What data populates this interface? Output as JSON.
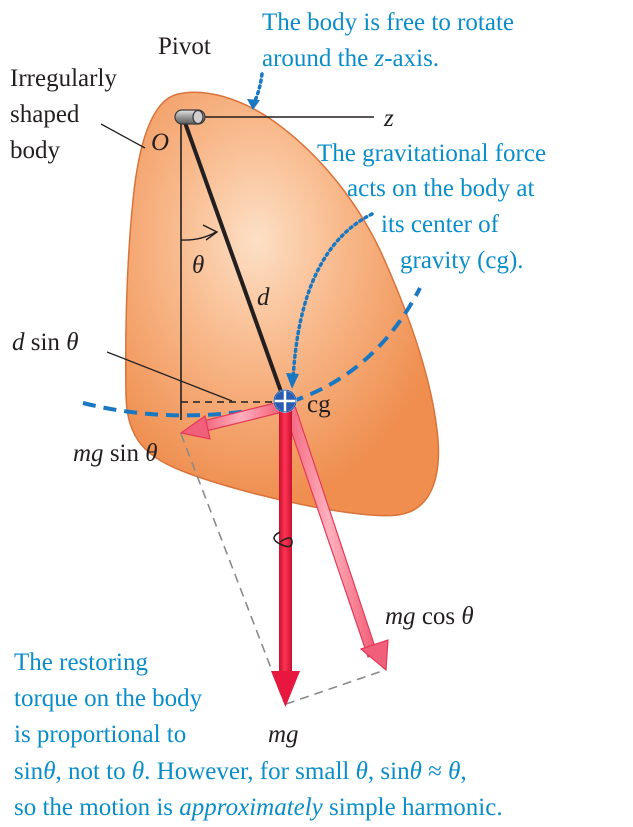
{
  "labels": {
    "pivot": "Pivot",
    "body_line1": "Irregularly",
    "body_line2": "shaped",
    "body_line3": "body",
    "origin": "O",
    "z_axis": "z",
    "theta": "θ",
    "d": "d",
    "cg": "cg",
    "dsin_d": "d",
    "dsin_rest": " sin ",
    "dsin_theta": "θ",
    "mgsin_mg": "mg",
    "mgsin_rest": " sin ",
    "mgsin_theta": "θ",
    "mgcos_mg": "mg",
    "mgcos_rest": " cos ",
    "mgcos_theta": "θ",
    "mg": "mg"
  },
  "notes": {
    "rotate_line1": "The body is free to rotate",
    "rotate_line2_a": "around the ",
    "rotate_line2_z": "z",
    "rotate_line2_b": "-axis.",
    "grav_line1": "The gravitational force",
    "grav_line2": "acts on the body at",
    "grav_line3": "its center of",
    "grav_line4": "gravity (cg).",
    "restore_line1": "The restoring",
    "restore_line2": "torque on the body",
    "restore_line3": "is proportional to"
  },
  "caption": {
    "l1_a": "sin",
    "l1_t1": "θ",
    "l1_b": ", not to ",
    "l1_t2": "θ",
    "l1_c": ". However, for small ",
    "l1_t3": "θ",
    "l1_d": ", sin",
    "l1_t4": "θ",
    "l1_e": " ≈ ",
    "l1_t5": "θ",
    "l1_f": ",",
    "l2_a": "so the motion is ",
    "l2_i": "approximately",
    "l2_b": " simple harmonic."
  },
  "colors": {
    "body_fill": "#f29a5c",
    "body_highlight": "#fde0c6",
    "blue_text": "#0a8dc8",
    "blue_path": "#1a78c2",
    "force_red": "#e8173f",
    "force_pink": "#f07c8e"
  }
}
